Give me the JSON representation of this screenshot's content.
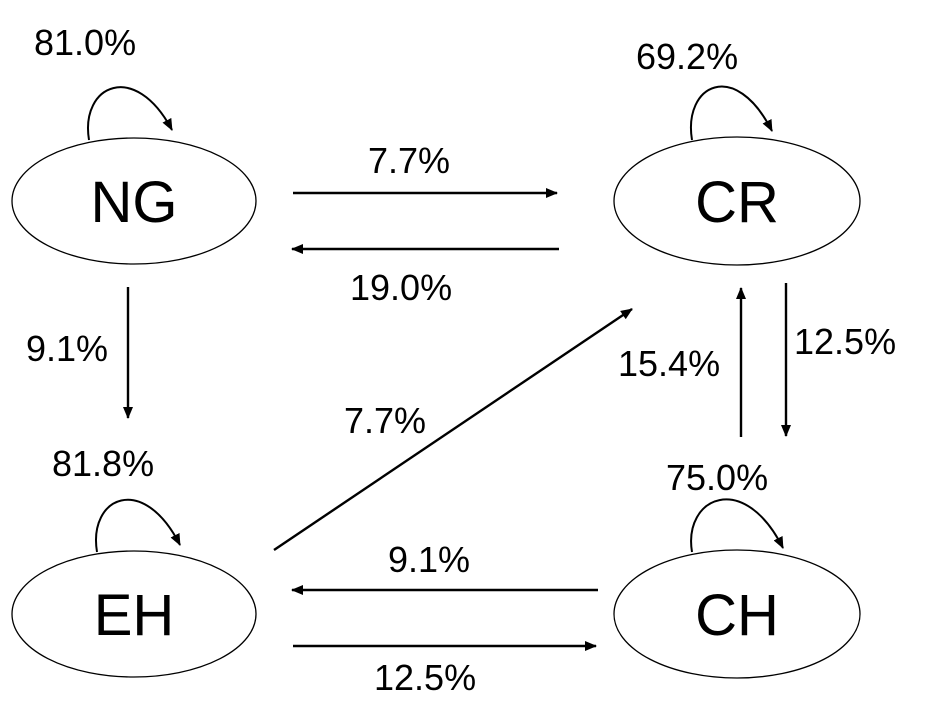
{
  "diagram": {
    "nodes": {
      "ng": "NG",
      "cr": "CR",
      "eh": "EH",
      "ch": "CH"
    },
    "self_loops": {
      "ng": "81.0%",
      "cr": "69.2%",
      "eh": "81.8%",
      "ch": "75.0%"
    },
    "transitions": {
      "ng_to_cr": "7.7%",
      "cr_to_ng": "19.0%",
      "ng_to_eh": "9.1%",
      "eh_to_cr": "7.7%",
      "ch_to_cr": "15.4%",
      "cr_to_ch": "12.5%",
      "ch_to_eh": "9.1%",
      "eh_to_ch": "12.5%"
    }
  }
}
